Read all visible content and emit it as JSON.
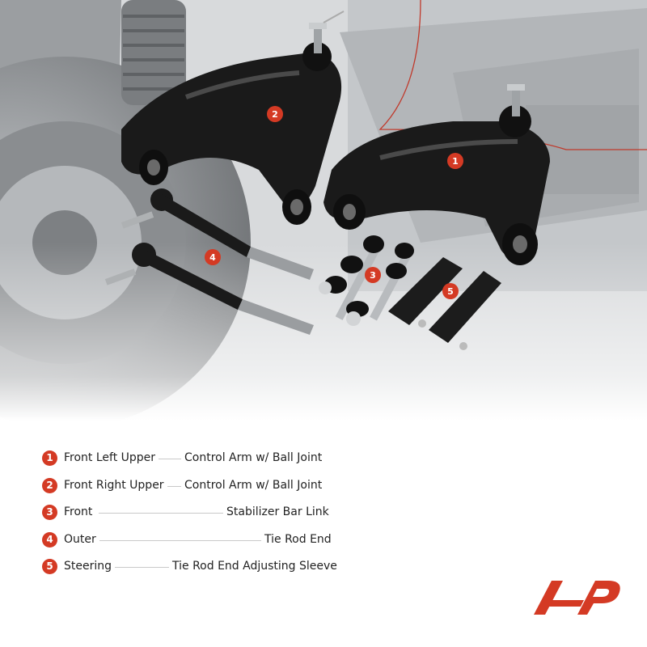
{
  "legend": {
    "items": [
      {
        "num": "1",
        "left": "Front Left Upper",
        "right": "Control Arm w/ Ball Joint"
      },
      {
        "num": "2",
        "left": "Front Right Upper",
        "right": "Control Arm w/ Ball Joint"
      },
      {
        "num": "3",
        "left": "Front",
        "right": "Stabilizer Bar Link"
      },
      {
        "num": "4",
        "left": "Outer",
        "right": "Tie Rod End"
      },
      {
        "num": "5",
        "left": "Steering",
        "right": "Tie Rod End Adjusting Sleeve"
      }
    ]
  },
  "callouts": [
    "1",
    "2",
    "3",
    "4",
    "5"
  ],
  "colors": {
    "accent": "#d43a24",
    "part": "#1a1a1a",
    "background": "#ffffff"
  },
  "logo": {
    "icon": "brand-logo-icon"
  }
}
